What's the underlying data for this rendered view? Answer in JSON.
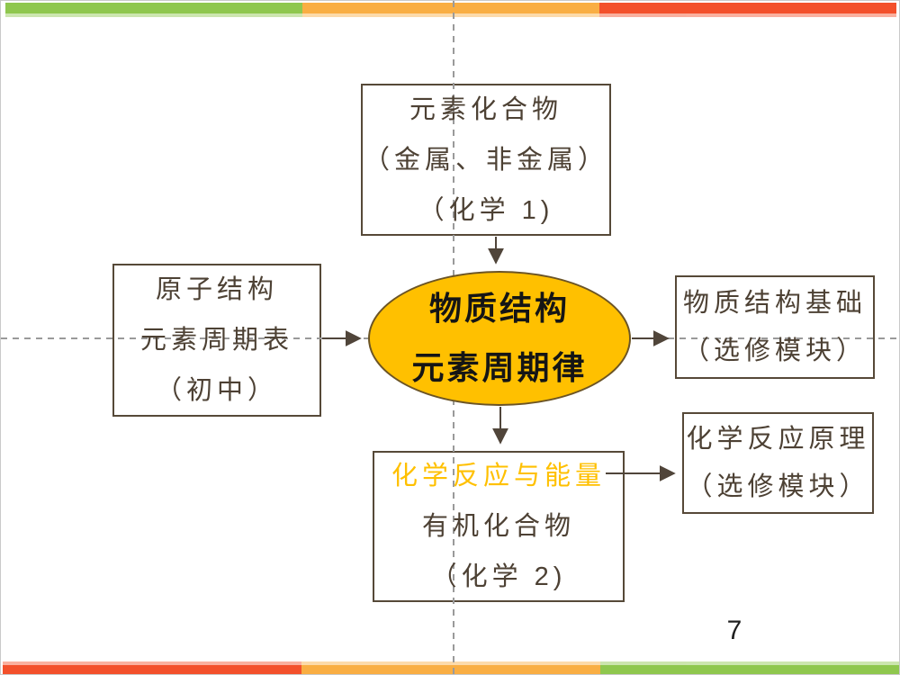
{
  "page": {
    "number": "7"
  },
  "colors": {
    "ellipse_fill": "#FFC000",
    "ellipse_border": "#6B5425",
    "box_border": "#564938",
    "text_dark": "#4D4134",
    "highlight_text": "#FFC000",
    "arrow": "#50453A",
    "dashed_guide": "#9A9A9A",
    "bar_green": "#8FC74E",
    "bar_orange": "#F9AE43",
    "bar_red": "#F3502B"
  },
  "diagram": {
    "element_compounds": {
      "lines": [
        "元素化合物",
        "（金属、非金属）",
        "（化学 1)"
      ]
    },
    "atomic_structure": {
      "lines": [
        "原子结构",
        "元素周期表",
        "（初中）"
      ]
    },
    "structure_ellipse": {
      "lines": [
        "物质结构",
        "元素周期律"
      ]
    },
    "structure_basics": {
      "lines": [
        "物质结构基础",
        "（选修模块）"
      ]
    },
    "reaction_principles": {
      "lines": [
        "化学反应原理",
        "（选修模块）"
      ]
    },
    "reaction_energy": {
      "lines": [
        "化学反应与能量",
        "有机化合物",
        "（化学 2)"
      ]
    }
  }
}
